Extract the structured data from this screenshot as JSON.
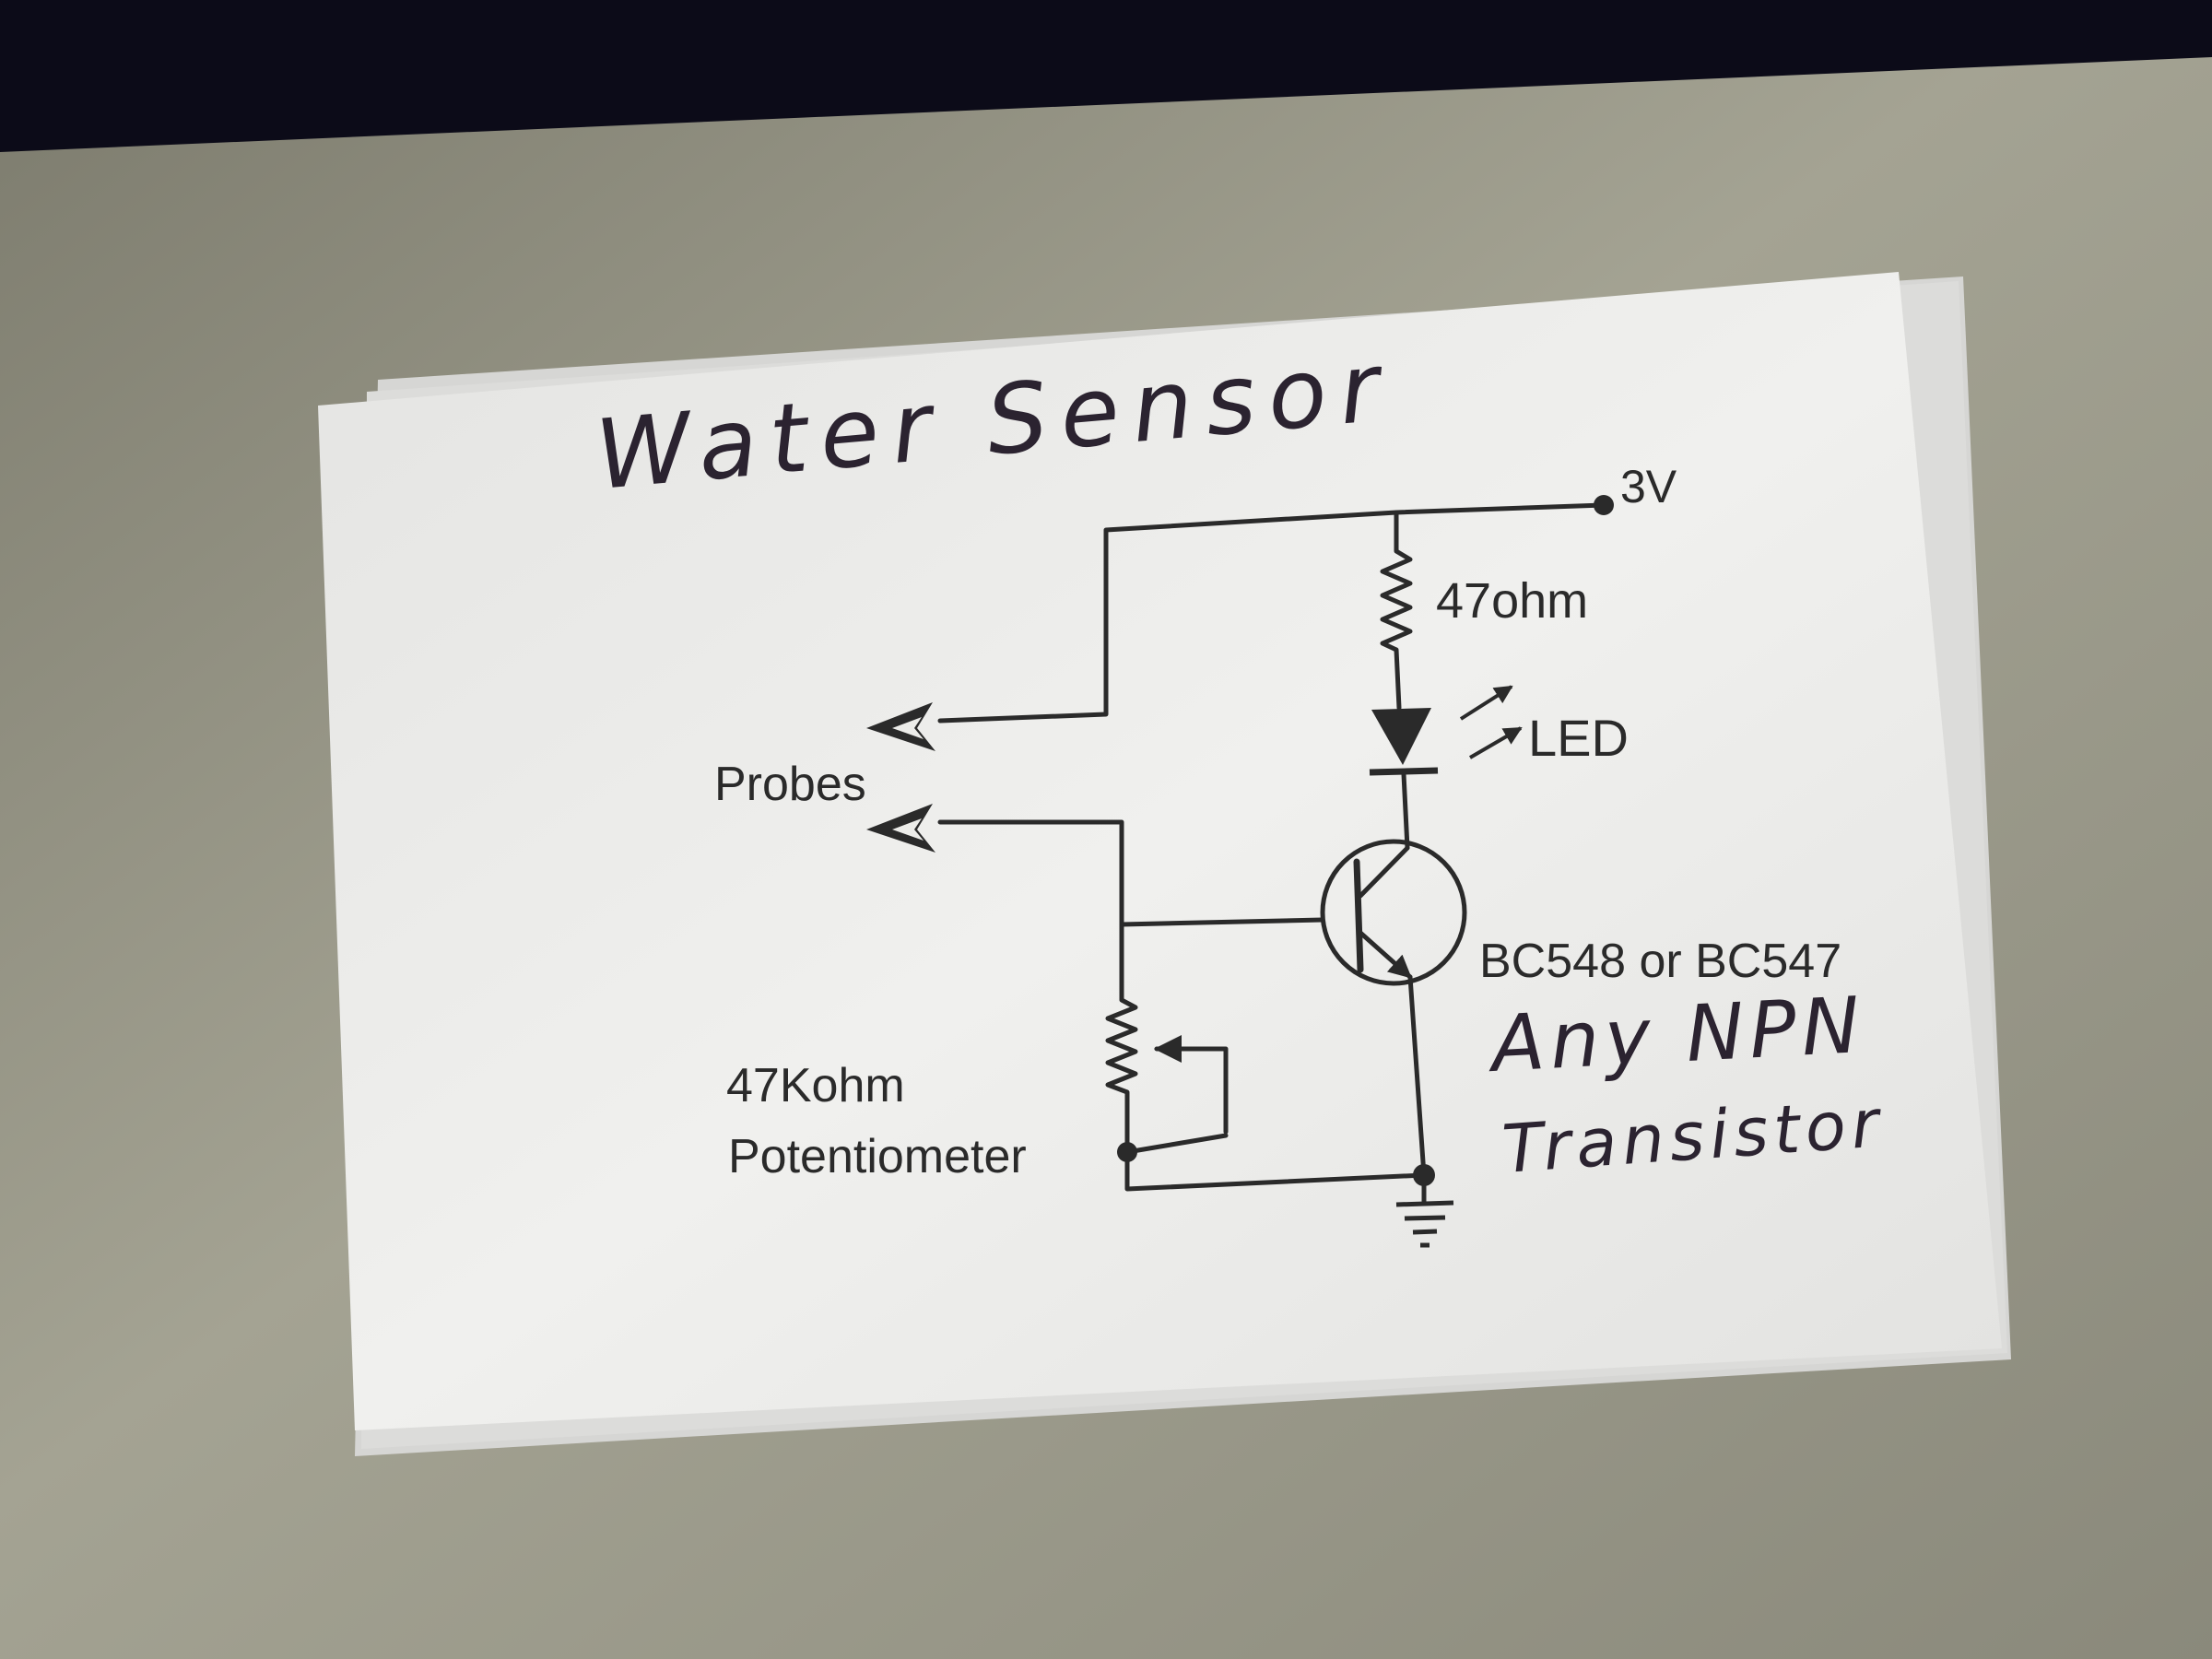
{
  "card": {
    "title": "Water Sensor",
    "supply_label": "3V",
    "resistor_label": "47ohm",
    "led_label": "LED",
    "probes_label": "Probes",
    "pot_label_line1": "47Kohm",
    "pot_label_line2": "Potentiometer",
    "transistor_label": "BC548 or BC547",
    "note_line1": "Any NPN",
    "note_line2": "Transistor"
  },
  "colors": {
    "background_dark": "#0c0b18",
    "surface": "#9a998a",
    "paper": "#ebebeb",
    "ink": "#2a2a2a",
    "handwriting": "#3a2f45"
  }
}
